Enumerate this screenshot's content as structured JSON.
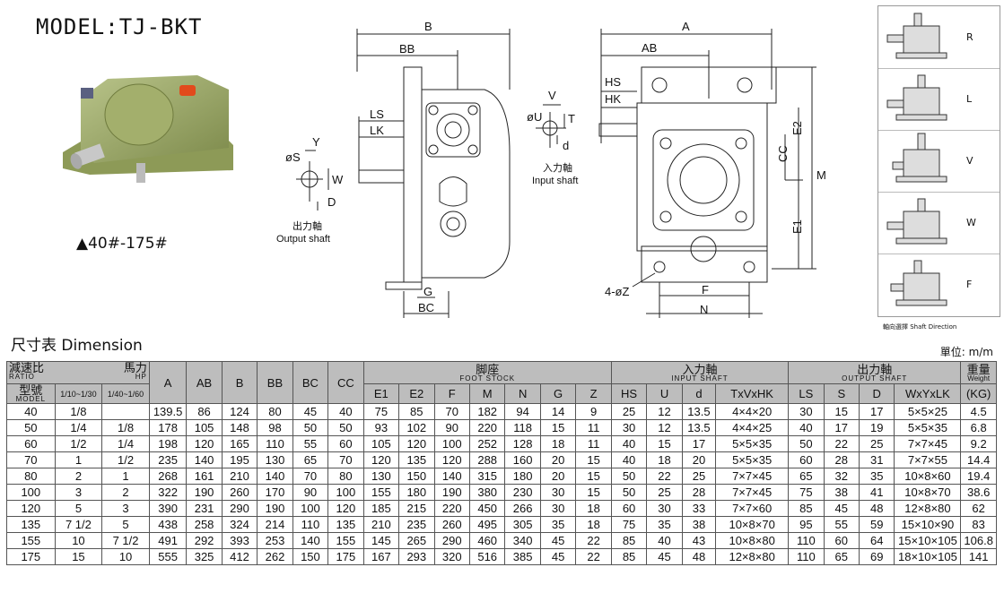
{
  "model_title": "MODEL:TJ-BKT",
  "size_range": "▲40#-175#",
  "dimension_title": "尺寸表  Dimension",
  "unit_note": "單位: m/m",
  "drawing_labels": {
    "B": "B",
    "BB": "BB",
    "LS": "LS",
    "LK": "LK",
    "G": "G",
    "BC": "BC",
    "S": "øS",
    "Y": "Y",
    "W": "W",
    "D": "D",
    "output_shaft_cn": "出力軸",
    "output_shaft_en": "Output shaft",
    "U": "øU",
    "V": "V",
    "T": "T",
    "d": "d",
    "input_shaft_cn": "入力軸",
    "input_shaft_en": "Input shaft",
    "A": "A",
    "AB": "AB",
    "HS": "HS",
    "HK": "HK",
    "E2": "E2",
    "CC": "CC",
    "M": "M",
    "E1": "E1",
    "Z": "4-øZ",
    "F": "F",
    "N": "N"
  },
  "shaft_direction": {
    "items": [
      "R",
      "L",
      "V",
      "W",
      "F"
    ],
    "caption": "軸向選擇  Shaft Direction"
  },
  "table": {
    "ratio_cn": "減速比",
    "ratio_en": "RATIO",
    "hp_cn": "馬力",
    "hp_en": "HP",
    "model_cn": "型號",
    "model_en": "MODEL",
    "ratio1": "1/10~1/30",
    "ratio2": "1/40~1/60",
    "A": "A",
    "AB": "AB",
    "B": "B",
    "BB": "BB",
    "BC": "BC",
    "CC": "CC",
    "foot_cn": "脚座",
    "foot_en": "FOOT STOCK",
    "input_cn": "入力軸",
    "input_en": "INPUT SHAFT",
    "output_cn": "出力軸",
    "output_en": "OUTPUT SHAFT",
    "weight_cn": "重量",
    "weight_en": "Weight",
    "weight_unit": "(KG)",
    "sub_headers": [
      "E1",
      "E2",
      "F",
      "M",
      "N",
      "G",
      "Z",
      "HS",
      "U",
      "d",
      "TxVxHK",
      "LS",
      "S",
      "D",
      "WxYxLK"
    ],
    "rows": [
      [
        "40",
        "1/8",
        "",
        "139.5",
        "86",
        "124",
        "80",
        "45",
        "40",
        "75",
        "85",
        "70",
        "182",
        "94",
        "14",
        "9",
        "25",
        "12",
        "13.5",
        "4×4×20",
        "30",
        "15",
        "17",
        "5×5×25",
        "4.5"
      ],
      [
        "50",
        "1/4",
        "1/8",
        "178",
        "105",
        "148",
        "98",
        "50",
        "50",
        "93",
        "102",
        "90",
        "220",
        "118",
        "15",
        "11",
        "30",
        "12",
        "13.5",
        "4×4×25",
        "40",
        "17",
        "19",
        "5×5×35",
        "6.8"
      ],
      [
        "60",
        "1/2",
        "1/4",
        "198",
        "120",
        "165",
        "110",
        "55",
        "60",
        "105",
        "120",
        "100",
        "252",
        "128",
        "18",
        "11",
        "40",
        "15",
        "17",
        "5×5×35",
        "50",
        "22",
        "25",
        "7×7×45",
        "9.2"
      ],
      [
        "70",
        "1",
        "1/2",
        "235",
        "140",
        "195",
        "130",
        "65",
        "70",
        "120",
        "135",
        "120",
        "288",
        "160",
        "20",
        "15",
        "40",
        "18",
        "20",
        "5×5×35",
        "60",
        "28",
        "31",
        "7×7×55",
        "14.4"
      ],
      [
        "80",
        "2",
        "1",
        "268",
        "161",
        "210",
        "140",
        "70",
        "80",
        "130",
        "150",
        "140",
        "315",
        "180",
        "20",
        "15",
        "50",
        "22",
        "25",
        "7×7×45",
        "65",
        "32",
        "35",
        "10×8×60",
        "19.4"
      ],
      [
        "100",
        "3",
        "2",
        "322",
        "190",
        "260",
        "170",
        "90",
        "100",
        "155",
        "180",
        "190",
        "380",
        "230",
        "30",
        "15",
        "50",
        "25",
        "28",
        "7×7×45",
        "75",
        "38",
        "41",
        "10×8×70",
        "38.6"
      ],
      [
        "120",
        "5",
        "3",
        "390",
        "231",
        "290",
        "190",
        "100",
        "120",
        "185",
        "215",
        "220",
        "450",
        "266",
        "30",
        "18",
        "60",
        "30",
        "33",
        "7×7×60",
        "85",
        "45",
        "48",
        "12×8×80",
        "62"
      ],
      [
        "135",
        "7 1/2",
        "5",
        "438",
        "258",
        "324",
        "214",
        "110",
        "135",
        "210",
        "235",
        "260",
        "495",
        "305",
        "35",
        "18",
        "75",
        "35",
        "38",
        "10×8×70",
        "95",
        "55",
        "59",
        "15×10×90",
        "83"
      ],
      [
        "155",
        "10",
        "7 1/2",
        "491",
        "292",
        "393",
        "253",
        "140",
        "155",
        "145",
        "265",
        "290",
        "460",
        "340",
        "45",
        "22",
        "85",
        "40",
        "43",
        "10×8×80",
        "110",
        "60",
        "64",
        "15×10×105",
        "106.8"
      ],
      [
        "175",
        "15",
        "10",
        "555",
        "325",
        "412",
        "262",
        "150",
        "175",
        "167",
        "293",
        "320",
        "516",
        "385",
        "45",
        "22",
        "85",
        "45",
        "48",
        "12×8×80",
        "110",
        "65",
        "69",
        "18×10×105",
        "141"
      ]
    ]
  }
}
